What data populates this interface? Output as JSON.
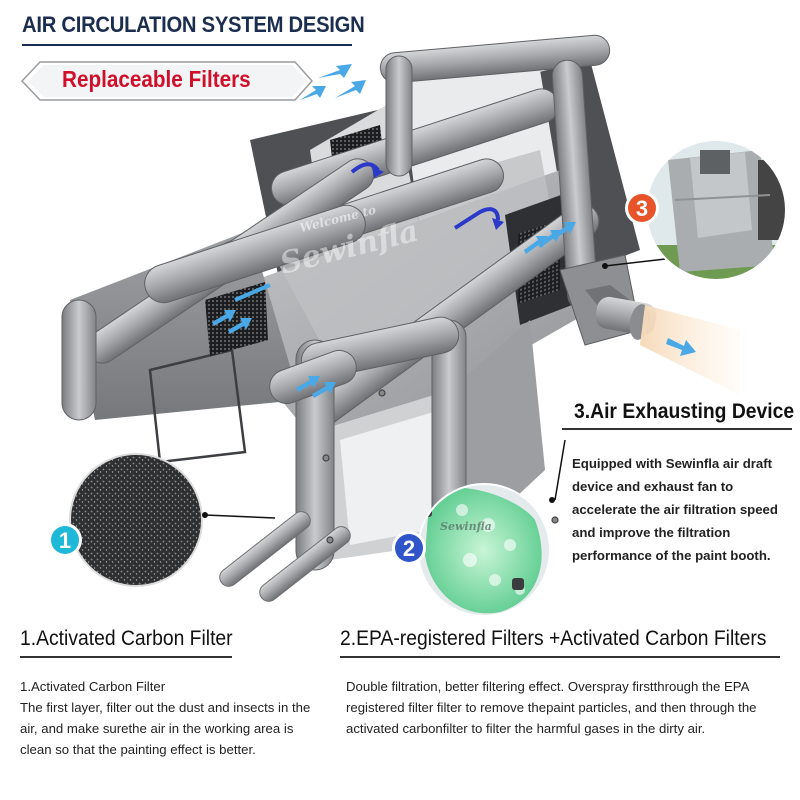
{
  "header": {
    "title": "AIR CIRCULATION SYSTEM DESIGN",
    "subtitle": "Replaceable Filters"
  },
  "watermark": {
    "welcome": "Welcome to",
    "brand": "Sewinfla"
  },
  "badges": [
    {
      "number": "1",
      "color": "#1fb8d8"
    },
    {
      "number": "2",
      "color": "#2f55c8"
    },
    {
      "number": "3",
      "color": "#e8542a"
    }
  ],
  "sections": {
    "exhaust": {
      "heading": "3.Air Exhausting Device",
      "text": "Equipped with Sewinfla air draft device and exhaust fan to accelerate the air filtration speed and improve the filtration performance of the paint booth."
    },
    "carbon": {
      "heading": "1.Activated Carbon Filter",
      "line1": "1.Activated Carbon Filter",
      "text": "The first layer, filter out the dust and insects in the air, and make surethe air in the working area is clean so that the painting effect is better."
    },
    "epa": {
      "heading": "2.EPA-registered Filters +Activated Carbon Filters",
      "text": "Double filtration, better filtering effect. Overspray firstthrough the EPA registered filter filter to remove thepaint particles, and then through the activated carbonfilter to filter the harmful gases in the dirty air."
    }
  },
  "colors": {
    "title": "#1c2e50",
    "subtitle": "#d0102b",
    "arrow_light": "#4aa8e6",
    "arrow_dark": "#2a39c8",
    "tent_gray": "#a6a8ab",
    "output_air": "#f2c9a0"
  }
}
